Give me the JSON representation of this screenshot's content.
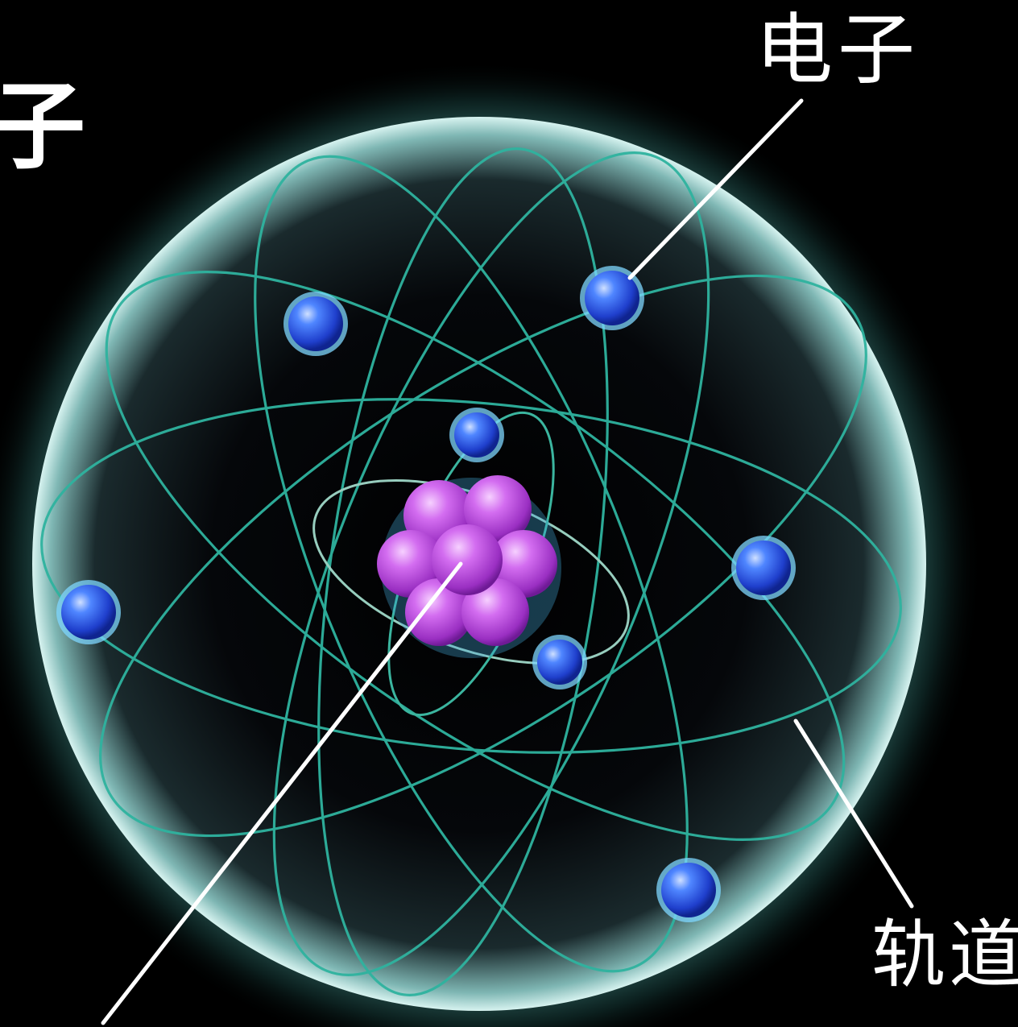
{
  "labels": {
    "top_left_partial": "子",
    "electron": "电子",
    "orbit": "轨道"
  },
  "icons": {
    "nucleus": "nucleus-icon",
    "electron": "electron-icon"
  },
  "colors": {
    "background": "#000000",
    "sphere_glow": "#bfe9e6",
    "orbit_line": "#2fb39f",
    "electron_fill": "#2f6cf0",
    "electron_rim": "#7fd7ff",
    "nucleus_fill": "#c860e6",
    "pointer_line": "#ffffff",
    "label_text": "#ffffff"
  }
}
